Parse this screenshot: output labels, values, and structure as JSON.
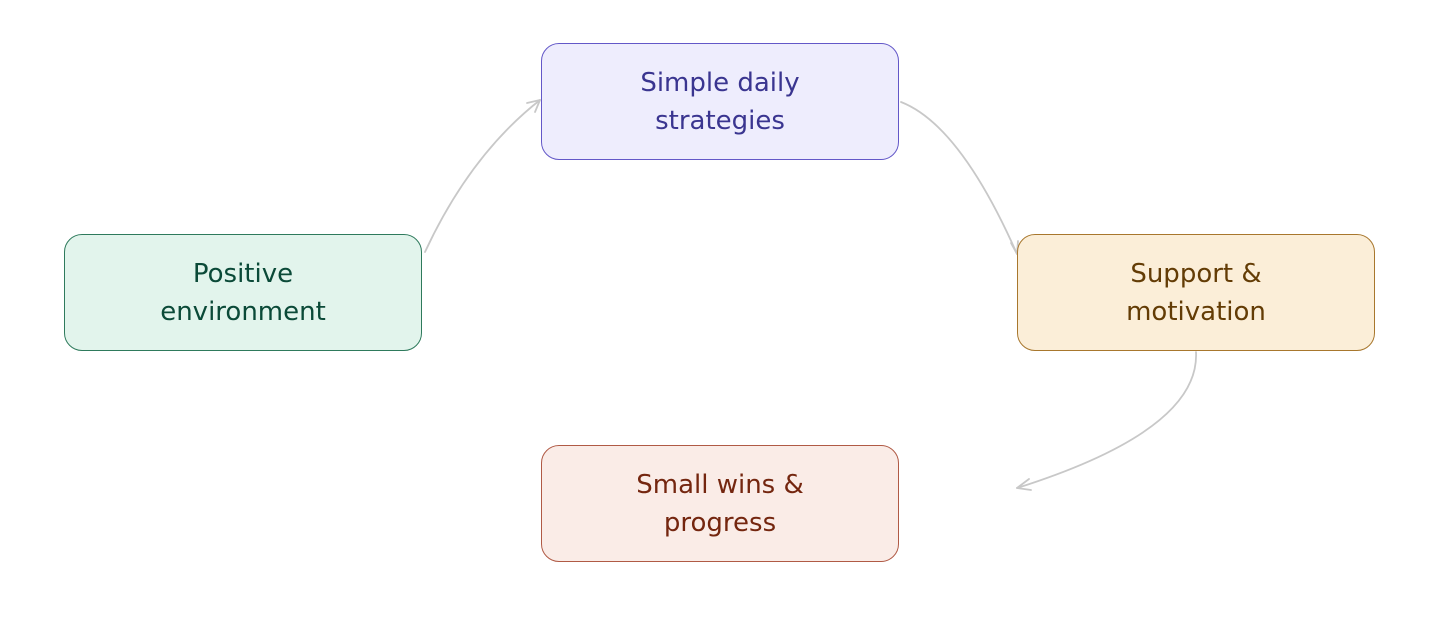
{
  "diagram": {
    "type": "cycle",
    "nodes": [
      {
        "id": "positive",
        "label": "Positive\nenvironment",
        "fill": "#e2f4ec",
        "border": "#2e7a5c",
        "text": "#0b4a38"
      },
      {
        "id": "strategies",
        "label": "Simple daily\nstrategies",
        "fill": "#eeedfd",
        "border": "#6358c8",
        "text": "#3a3590"
      },
      {
        "id": "support",
        "label": "Support &\nmotivation",
        "fill": "#fbeed8",
        "border": "#a8772d",
        "text": "#633c05"
      },
      {
        "id": "wins",
        "label": "Small wins &\nprogress",
        "fill": "#faece7",
        "border": "#b05a45",
        "text": "#74260f"
      }
    ],
    "edges": [
      {
        "from": "positive",
        "to": "strategies"
      },
      {
        "from": "strategies",
        "to": "support"
      },
      {
        "from": "support",
        "to": "wins"
      }
    ],
    "edge_color": "#c8c8c8"
  }
}
